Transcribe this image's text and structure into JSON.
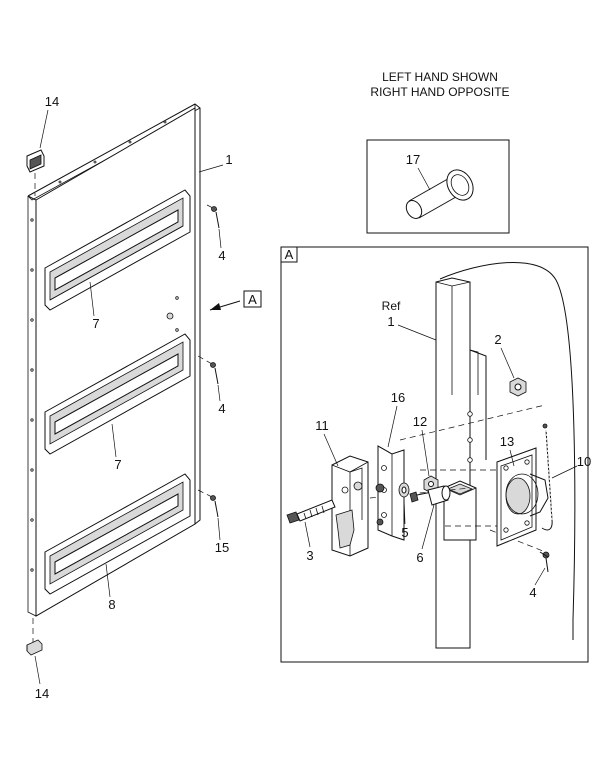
{
  "note": {
    "line1": "LEFT HAND SHOWN",
    "line2": "RIGHT HAND OPPOSITE"
  },
  "detail": {
    "tag": "A",
    "ref_word": "Ref",
    "ref_num": "1"
  },
  "callout": {
    "A": "A",
    "n17": "17",
    "n14_top": "14",
    "n14_bottom": "14",
    "n1": "1",
    "n4_a": "4",
    "n4_b": "4",
    "n4_c": "4",
    "n7_a": "7",
    "n7_b": "7",
    "n8": "8",
    "n15": "15",
    "n2": "2",
    "n16": "16",
    "n11": "11",
    "n12": "12",
    "n13": "13",
    "n10": "10",
    "n3": "3",
    "n5": "5",
    "n6": "6"
  }
}
